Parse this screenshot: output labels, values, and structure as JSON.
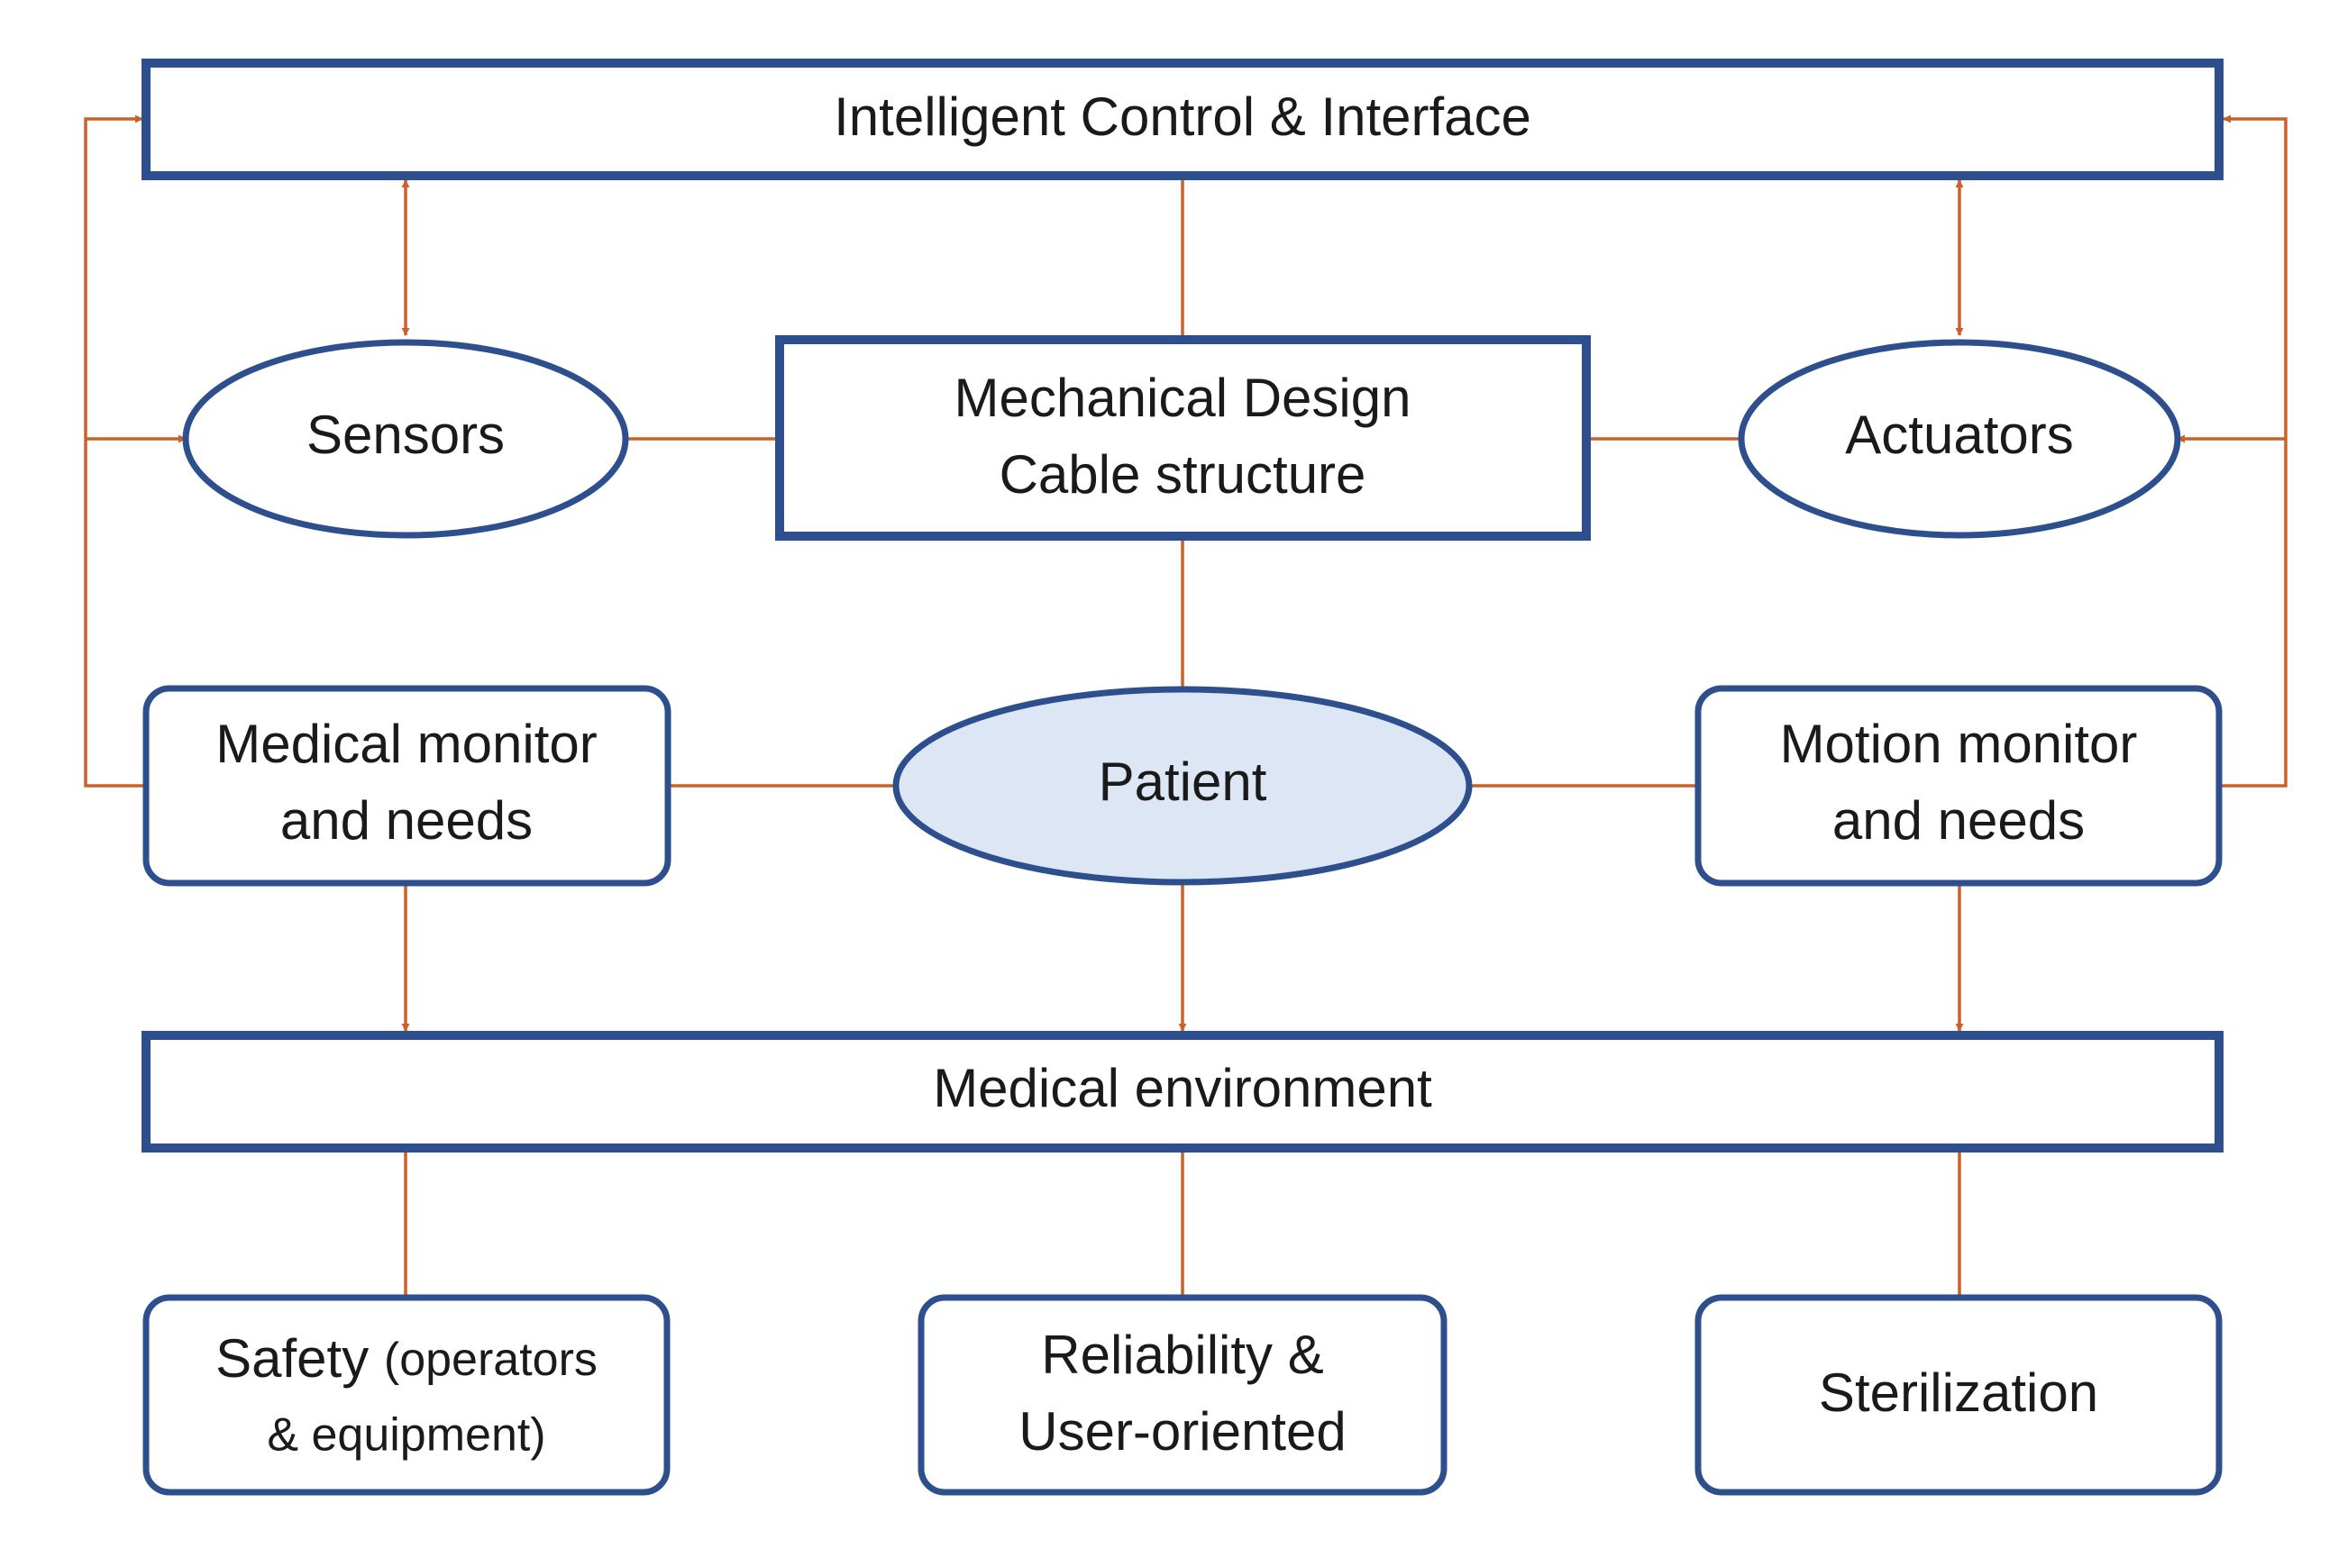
{
  "nodes": {
    "control": "Intelligent Control & Interface",
    "sensors": "Sensors",
    "mech_line1": "Mechanical Design",
    "mech_line2": "Cable structure",
    "actuators": "Actuators",
    "medmon_line1": "Medical monitor",
    "medmon_line2": "and needs",
    "patient": "Patient",
    "motmon_line1": "Motion monitor",
    "motmon_line2": "and needs",
    "environment": "Medical environment",
    "safety_line1_main": "Safety",
    "safety_line1_small": "(operators",
    "safety_line2": "& equipment)",
    "reliability_line1": "Reliability &",
    "reliability_line2": "User-oriented",
    "sterilization": "Sterilization"
  },
  "colors": {
    "box_border": "#2e4f8e",
    "connector": "#c8622a",
    "patient_fill": "#dce6f4",
    "text": "#1a1a1a"
  }
}
